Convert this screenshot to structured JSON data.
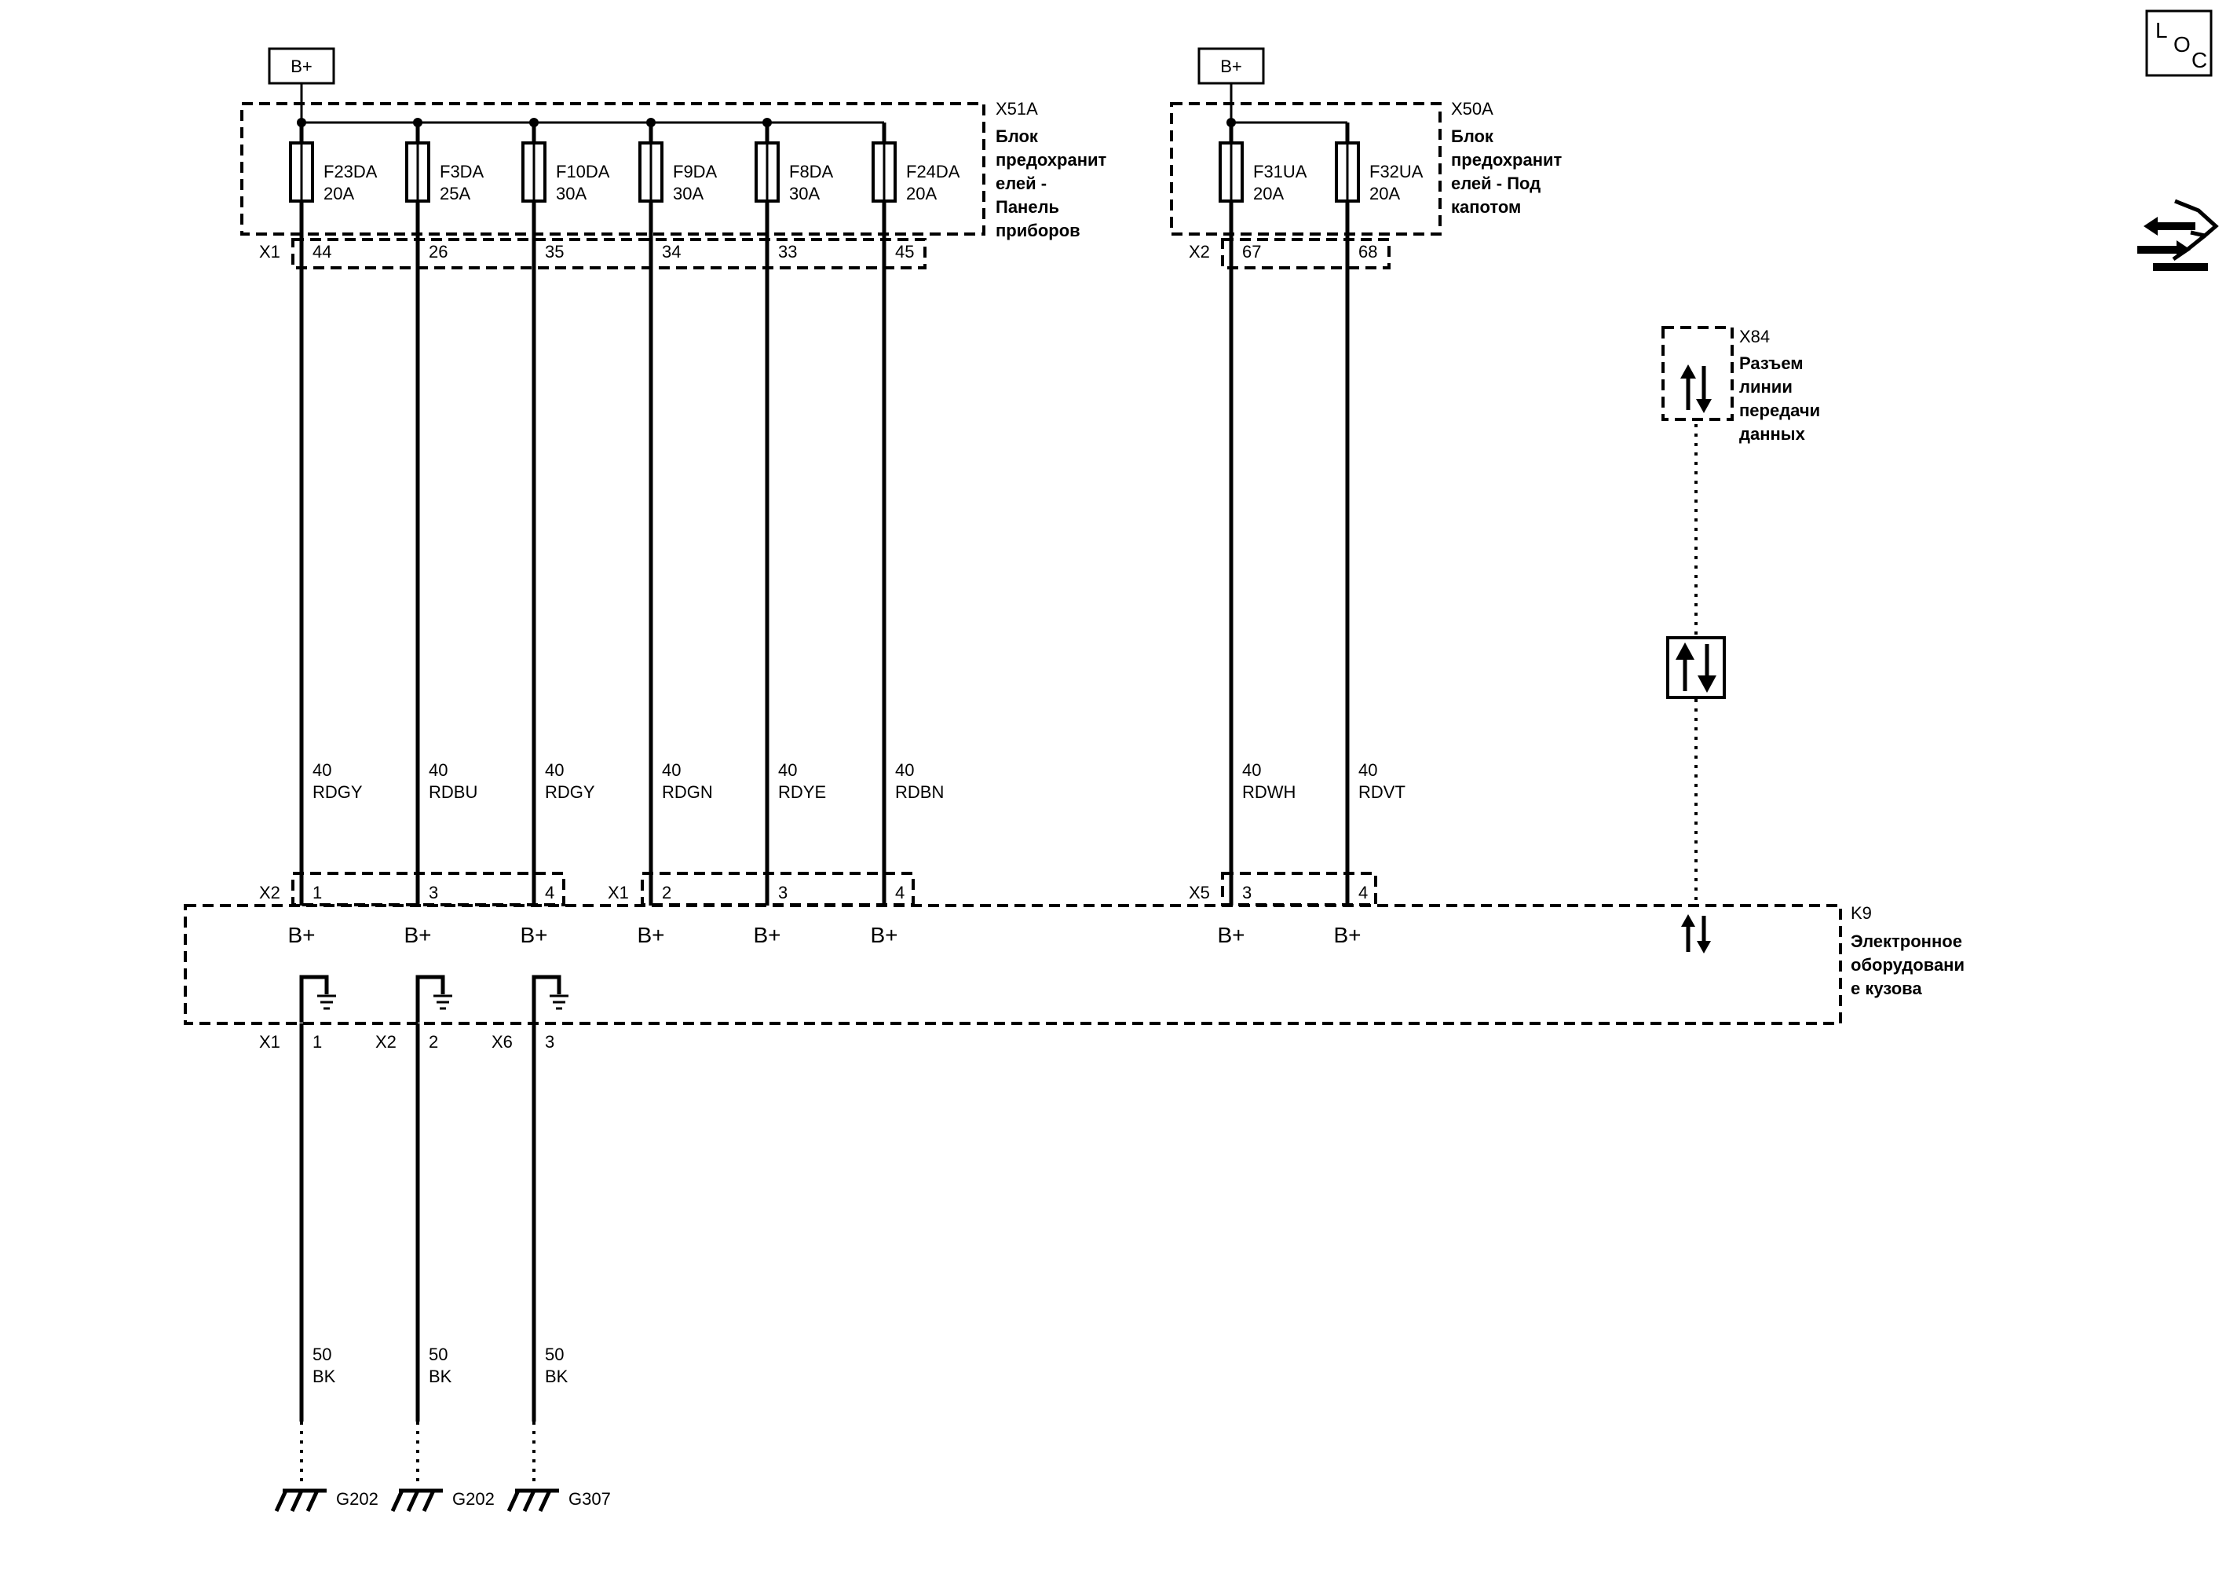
{
  "supply_tag": "B+",
  "x51a": {
    "name": "X51A",
    "title_lines": [
      "Блок",
      "предохранит",
      "елей -",
      "Панель",
      "приборов"
    ],
    "connector": "X1",
    "fuses": [
      {
        "name": "F23DA",
        "rating": "20A",
        "pin": "44"
      },
      {
        "name": "F3DA",
        "rating": "25A",
        "pin": "26"
      },
      {
        "name": "F10DA",
        "rating": "30A",
        "pin": "35"
      },
      {
        "name": "F9DA",
        "rating": "30A",
        "pin": "34"
      },
      {
        "name": "F8DA",
        "rating": "30A",
        "pin": "33"
      },
      {
        "name": "F24DA",
        "rating": "20A",
        "pin": "45"
      }
    ]
  },
  "x50a": {
    "name": "X50A",
    "title_lines": [
      "Блок",
      "предохранит",
      "елей - Под",
      "капотом"
    ],
    "connector": "X2",
    "fuses": [
      {
        "name": "F31UA",
        "rating": "20A",
        "pin": "67"
      },
      {
        "name": "F32UA",
        "rating": "20A",
        "pin": "68"
      }
    ]
  },
  "supply_wires": [
    {
      "gauge": "40",
      "color": "RDGY"
    },
    {
      "gauge": "40",
      "color": "RDBU"
    },
    {
      "gauge": "40",
      "color": "RDGY"
    },
    {
      "gauge": "40",
      "color": "RDGN"
    },
    {
      "gauge": "40",
      "color": "RDYE"
    },
    {
      "gauge": "40",
      "color": "RDBN"
    },
    {
      "gauge": "40",
      "color": "RDWH"
    },
    {
      "gauge": "40",
      "color": "RDVT"
    }
  ],
  "k9": {
    "name": "K9",
    "title_lines": [
      "Электронное",
      "оборудовани",
      "е кузова"
    ],
    "input_connectors": [
      {
        "name": "X2",
        "pins": [
          "1",
          "3",
          "4"
        ]
      },
      {
        "name": "X1",
        "pins": [
          "2",
          "3",
          "4"
        ]
      },
      {
        "name": "X5",
        "pins": [
          "3",
          "4"
        ]
      }
    ],
    "inputs": [
      "B+",
      "B+",
      "B+",
      "B+",
      "B+",
      "B+",
      "B+",
      "B+"
    ]
  },
  "x84": {
    "name": "X84",
    "title_lines": [
      "Разъем",
      "линии",
      "передачи",
      "данных"
    ]
  },
  "grounds": [
    {
      "connector": "X1",
      "pin": "1",
      "gauge": "50",
      "color": "BK",
      "ground": "G202"
    },
    {
      "connector": "X2",
      "pin": "2",
      "gauge": "50",
      "color": "BK",
      "ground": "G202"
    },
    {
      "connector": "X6",
      "pin": "3",
      "gauge": "50",
      "color": "BK",
      "ground": "G307"
    }
  ],
  "loc_icon": {
    "letters": [
      "L",
      "O",
      "C"
    ]
  },
  "icons": [
    "loc-icon",
    "serial-data-icon",
    "ground-icon",
    "fuse-icon"
  ]
}
